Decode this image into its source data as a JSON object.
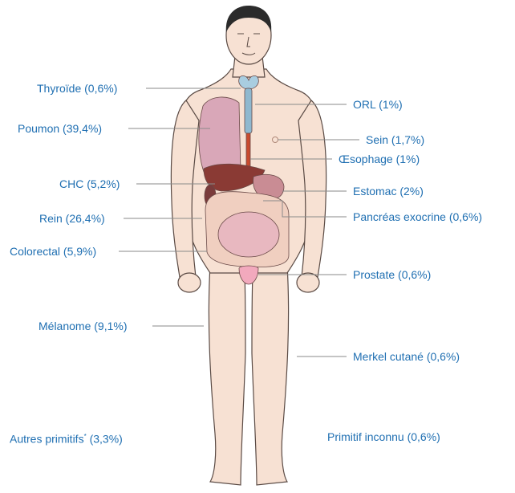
{
  "labels": {
    "thyroide": "Thyroïde (0,6%)",
    "poumon": "Poumon (39,4%)",
    "chc": "CHC (5,2%)",
    "rein": "Rein (26,4%)",
    "colorectal": "Colorectal (5,9%)",
    "melanome": "Mélanome (9,1%)",
    "autres_main": "Autres primitifs",
    "autres_sup": "*",
    "autres_pct": " (3,3%)",
    "orl": "ORL (1%)",
    "sein": "Sein (1,7%)",
    "oesophage": "Œsophage (1%)",
    "estomac": "Estomac (2%)",
    "pancreas": "Pancréas exocrine (0,6%)",
    "prostate": "Prostate (0,6%)",
    "merkel": "Merkel cutané (0,6%)",
    "inconnu": "Primitif inconnu (0,6%)"
  },
  "colors": {
    "label_text": "#1f6fb2",
    "leader_line": "#8a8a8a",
    "skin": "#f7e1d3",
    "skin_outline": "#5a4a44",
    "hair": "#2b2b2b",
    "lung": "#d9a7b8",
    "liver": "#8a3a34",
    "intestine": "#e8b8c0",
    "colon": "#f0cfc0",
    "stomach": "#c98c94",
    "kidney": "#7a3b3b",
    "thyroid": "#a9cde0",
    "trachea": "#8fb8cf",
    "esophagus": "#c84a2e",
    "prostate": "#f2a9bd"
  }
}
